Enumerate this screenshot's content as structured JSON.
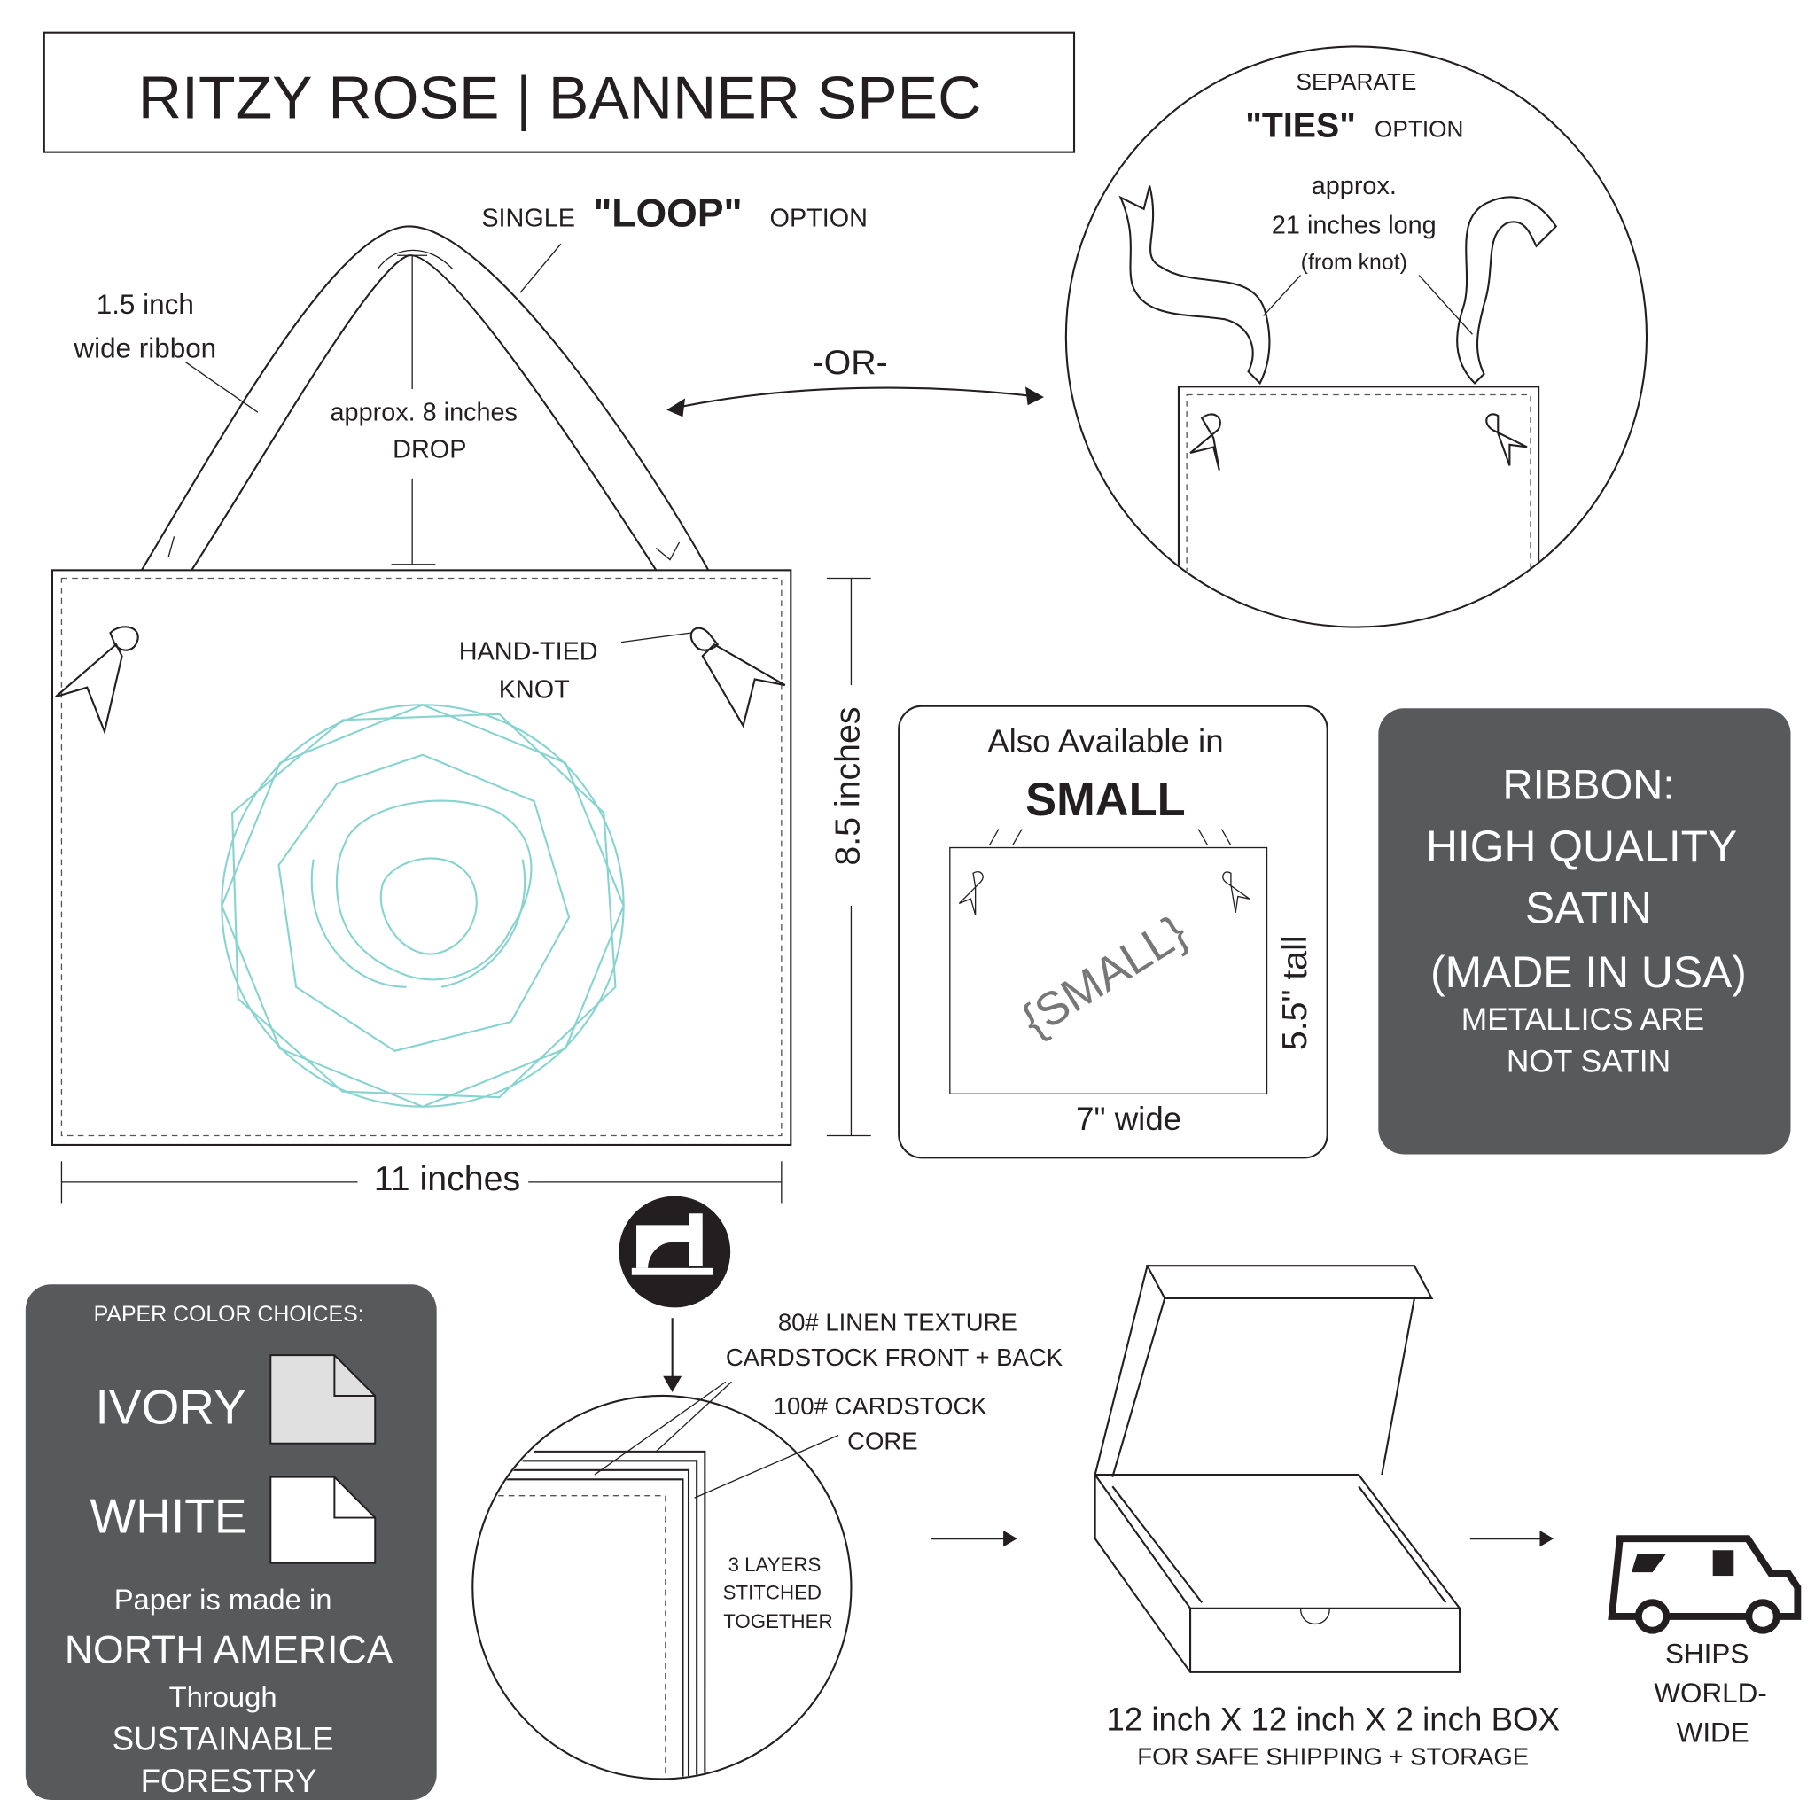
{
  "title": "RITZY ROSE | BANNER SPEC",
  "loop": {
    "option_prefix": "SINGLE",
    "option_main": "\"LOOP\"",
    "option_suffix": "OPTION",
    "ribbon_width_line1": "1.5 inch",
    "ribbon_width_line2": "wide ribbon",
    "drop_line1": "approx. 8 inches",
    "drop_line2": "DROP",
    "knot_line1": "HAND-TIED",
    "knot_line2": "KNOT",
    "height": "8.5 inches",
    "width": "11 inches"
  },
  "or_label": "-OR-",
  "ties": {
    "line1": "SEPARATE",
    "option_main": "\"TIES\"",
    "option_suffix": "OPTION",
    "length_line1": "approx.",
    "length_line2": "21 inches long",
    "length_line3": "(from knot)"
  },
  "small": {
    "heading": "Also Available in",
    "size_name": "SMALL",
    "watermark": "{SMALL}",
    "height": "5.5\" tall",
    "width": "7\" wide"
  },
  "ribbon_panel": {
    "line1": "RIBBON:",
    "line2": "HIGH QUALITY",
    "line3": "SATIN",
    "line4": "(MADE IN USA)",
    "line5": "METALLICS ARE",
    "line6": "NOT SATIN",
    "bg_color": "#58595b"
  },
  "paper_panel": {
    "heading": "PAPER COLOR CHOICES:",
    "options": [
      {
        "label": "IVORY",
        "swatch": "#e0e0e0"
      },
      {
        "label": "WHITE",
        "swatch": "#ffffff"
      }
    ],
    "line1": "Paper is made in",
    "line2": "NORTH AMERICA",
    "line3": "Through",
    "line4": "SUSTAINABLE",
    "line5": "FORESTRY"
  },
  "layers": {
    "front_back_line1": "80# LINEN TEXTURE",
    "front_back_line2": "CARDSTOCK FRONT + BACK",
    "core_line1": "100# CARDSTOCK",
    "core_line2": "CORE",
    "stitch_line1": "3 LAYERS",
    "stitch_line2": "STITCHED",
    "stitch_line3": "TOGETHER"
  },
  "box": {
    "line1": "12 inch X 12 inch X 2 inch BOX",
    "line2": "FOR SAFE SHIPPING + STORAGE"
  },
  "shipping": {
    "line1": "SHIPS",
    "line2": "WORLD-",
    "line3": "WIDE"
  },
  "rose_color": "#86d3cf"
}
